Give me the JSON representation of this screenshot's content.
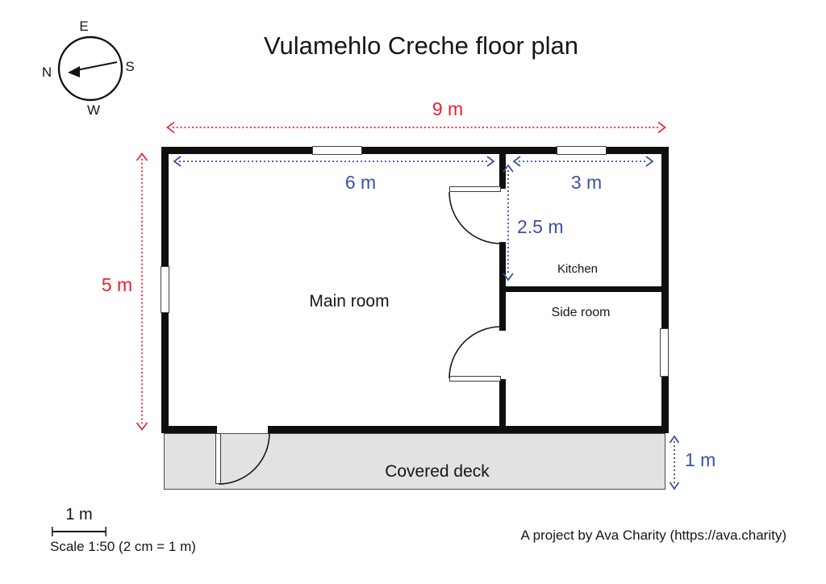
{
  "title": "Vulamehlo Creche floor plan",
  "compass": {
    "north": "N",
    "east": "E",
    "south": "S",
    "west": "W"
  },
  "rooms": {
    "main": "Main room",
    "kitchen": "Kitchen",
    "side": "Side room",
    "deck": "Covered deck"
  },
  "dimensions": {
    "building_width": "9 m",
    "building_depth": "5 m",
    "main_room_width": "6 m",
    "kitchen_width": "3 m",
    "kitchen_depth": "2.5 m",
    "deck_depth": "1 m"
  },
  "scale": {
    "bar_label": "1 m",
    "caption": "Scale 1:50 (2 cm = 1 m)"
  },
  "attribution": "A project by Ava Charity (https://ava.charity)",
  "colors": {
    "dimension_red": "#e8212e",
    "dimension_blue": "#3a52a3",
    "wall": "#0f0f0f",
    "deck_fill": "#e2e2e2"
  }
}
